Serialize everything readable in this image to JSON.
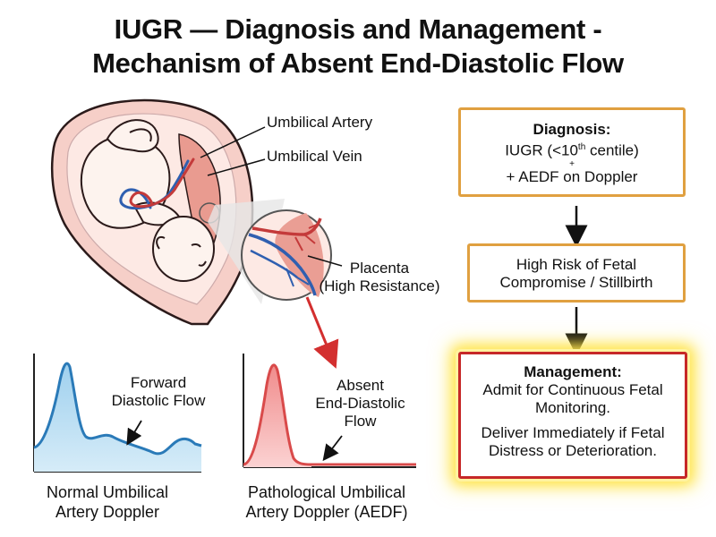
{
  "title": {
    "line1": "IUGR — Diagnosis and Management -",
    "line2": "Mechanism of Absent End-Diastolic Flow"
  },
  "anatomy": {
    "umbilical_artery": "Umbilical Artery",
    "umbilical_vein": "Umbilical Vein",
    "placenta": "Placenta",
    "placenta_note": "(High Resistance)"
  },
  "doppler": {
    "normal": {
      "annotation_line1": "Forward",
      "annotation_line2": "Diastolic Flow",
      "caption_line1": "Normal Umbilical",
      "caption_line2": "Artery Doppler",
      "color": "#2a7ab8"
    },
    "pathological": {
      "annotation_line1": "Absent",
      "annotation_line2": "End-Diastolic",
      "annotation_line3": "Flow",
      "caption_line1": "Pathological Umbilical",
      "caption_line2": "Artery Doppler (AEDF)",
      "color": "#d94a4a"
    }
  },
  "flow": {
    "diagnosis": {
      "heading": "Diagnosis:",
      "line1_prefix": "IUGR (<10",
      "line1_sup": "th",
      "line1_suffix": " centile)",
      "plus": "+",
      "line2": "+ AEDF on Doppler"
    },
    "risk": {
      "line1": "High Risk of Fetal",
      "line2": "Compromise / Stillbirth"
    },
    "management": {
      "heading": "Management:",
      "line1": "Admit for Continuous Fetal",
      "line2": "Monitoring.",
      "line3": "Deliver Immediately if Fetal",
      "line4": "Distress or Deterioration."
    }
  },
  "colors": {
    "orange_border": "#e0a040",
    "red_border": "#c62828",
    "glow": "#ffe44d",
    "uterus": "#f2b8b0",
    "placenta": "#e88a80",
    "vein": "#2f5fb0",
    "artery": "#c43a3a"
  }
}
